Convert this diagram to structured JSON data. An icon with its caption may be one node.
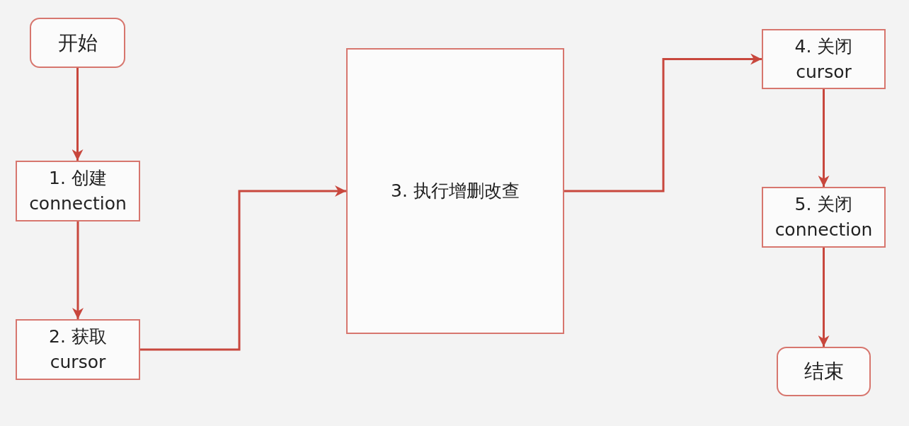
{
  "diagram": {
    "nodes": [
      {
        "text": [
          "开始"
        ]
      },
      {
        "text": [
          "1. 创建 connection"
        ]
      },
      {
        "text": [
          "2. 获取 cursor"
        ]
      },
      {
        "text": [
          "3. 执行增删改查"
        ]
      },
      {
        "text": [
          "4. 关闭 cursor"
        ]
      },
      {
        "text": [
          "5. 关闭 connection"
        ]
      },
      {
        "text": [
          "结束"
        ]
      }
    ],
    "edges": [
      {
        "from": 0,
        "to": 1,
        "arrow": "to"
      },
      {
        "from": 1,
        "to": 2,
        "arrow": "to"
      },
      {
        "from": 2,
        "to": 3,
        "arrow": "to"
      },
      {
        "from": 3,
        "to": 4,
        "arrow": "to"
      },
      {
        "from": 4,
        "to": 5,
        "arrow": "to"
      },
      {
        "from": 5,
        "to": 6,
        "arrow": "to"
      }
    ]
  }
}
